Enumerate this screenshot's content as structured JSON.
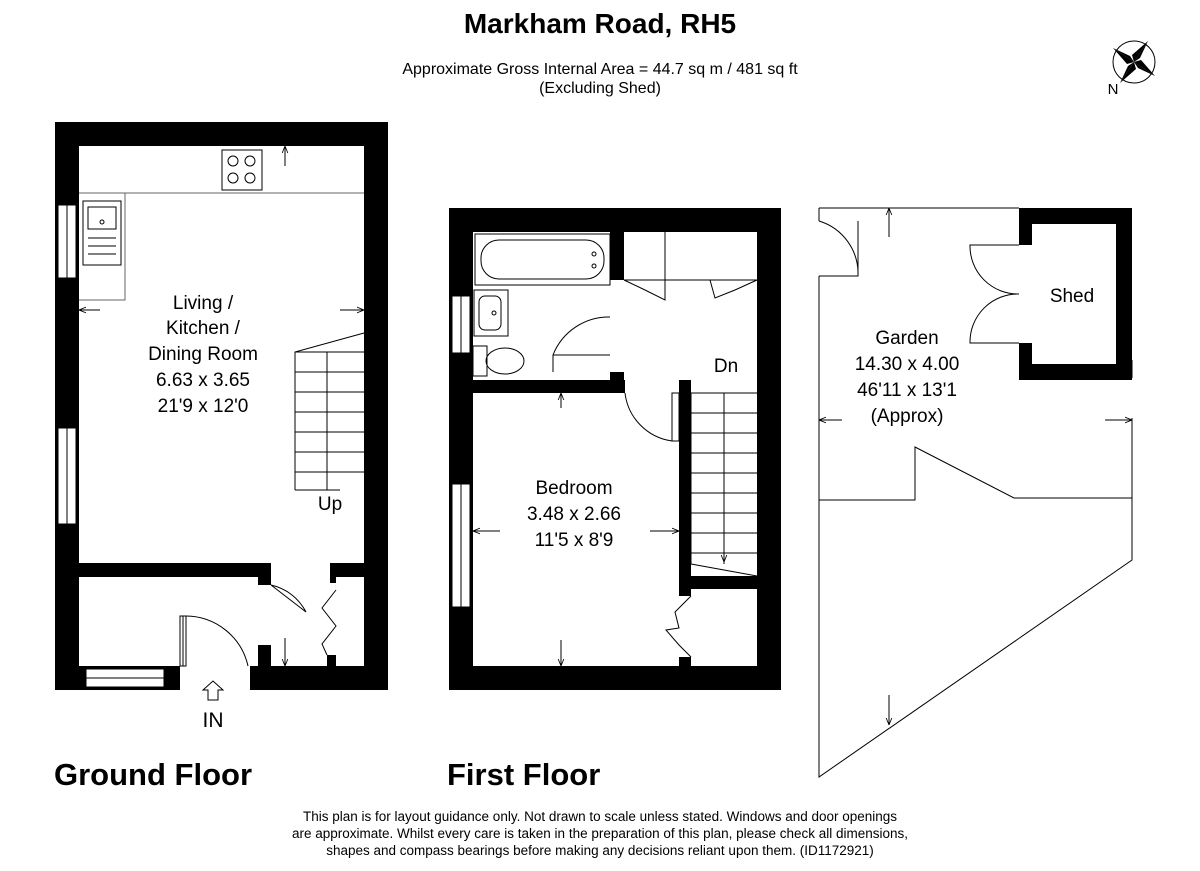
{
  "title": "Markham Road, RH5",
  "area_line1": "Approximate Gross Internal Area = 44.7 sq m / 481 sq ft",
  "area_line2": "(Excluding Shed)",
  "compass": {
    "label": "N"
  },
  "ground_floor": {
    "label": "Ground Floor",
    "entrance": "IN",
    "stair_label": "Up",
    "living": {
      "line1": "Living /",
      "line2": "Kitchen /",
      "line3": "Dining Room",
      "metric": "6.63 x 3.65",
      "imperial": "21'9 x 12'0"
    }
  },
  "first_floor": {
    "label": "First Floor",
    "stair_label": "Dn",
    "bedroom": {
      "name": "Bedroom",
      "metric": "3.48 x 2.66",
      "imperial": "11'5 x 8'9"
    }
  },
  "outdoor": {
    "garden": {
      "name": "Garden",
      "metric": "14.30 x 4.00",
      "imperial": "46'11 x 13'1",
      "note": "(Approx)"
    },
    "shed": {
      "name": "Shed"
    }
  },
  "disclaimer": [
    "This plan is for layout guidance only. Not drawn to scale unless stated. Windows and door openings",
    "are approximate. Whilst every care is taken in the preparation of this plan, please check all dimensions,",
    "shapes and compass bearings before making any decisions reliant upon them. (ID1172921)"
  ]
}
